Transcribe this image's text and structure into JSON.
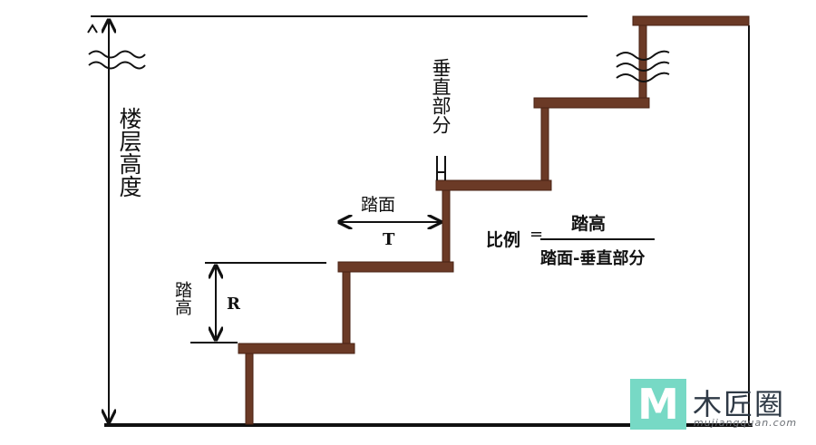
{
  "labels": {
    "floor_height": "楼层高度",
    "vertical_part": "垂直部分",
    "tread_label": "踏面",
    "tread_symbol": "T",
    "riser_label": "踏高",
    "riser_symbol": "R"
  },
  "formula": {
    "ratio_label": "比例",
    "equals": "=",
    "numerator": "踏高",
    "denominator": "踏面-垂直部分"
  },
  "watermark": {
    "logo_letter": "M",
    "name": "木匠圈",
    "url": "mujiangquan.com"
  },
  "colors": {
    "wood": "#6b3a26",
    "wood_dark": "#4a2314",
    "line": "#111111",
    "logo_bg": "#77d9c5"
  }
}
